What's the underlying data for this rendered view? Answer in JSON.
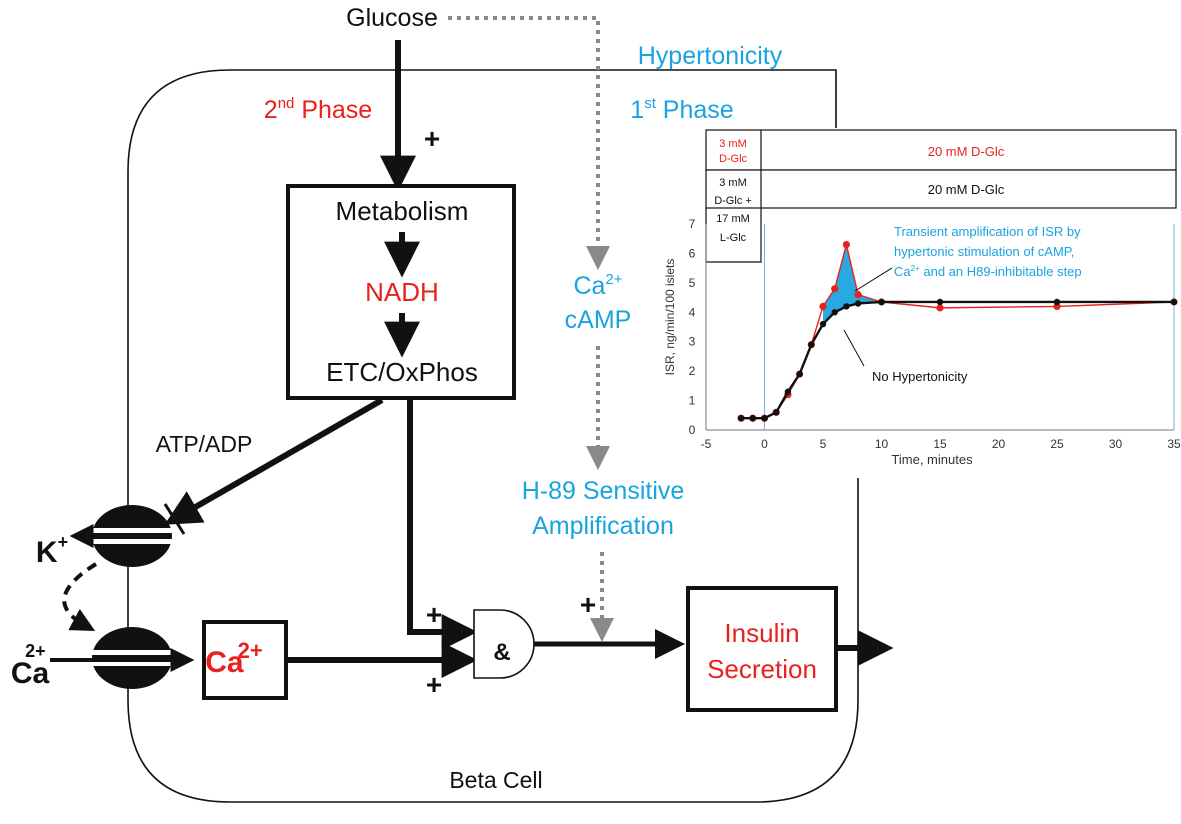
{
  "colors": {
    "red": "#e8211d",
    "blue": "#19a3e0",
    "black": "#111111",
    "gray": "#8a8a8a",
    "fill_blue": "#29a9e1"
  },
  "labels": {
    "glucose": "Glucose",
    "hypertonicity": "Hypertonicity",
    "second_phase": "2",
    "second_phase_sup": "nd",
    "second_phase_rest": " Phase",
    "first_phase": "1",
    "first_phase_sup": "st",
    "first_phase_rest": " Phase",
    "plus": "+",
    "metabolism": "Metabolism",
    "nadh": "NADH",
    "etc": "ETC/OxPhos",
    "atp_adp": "ATP/ADP",
    "k": "K",
    "k_sup": "+",
    "ca_out": "Ca",
    "ca_out_sup": "2+",
    "ca_in": "Ca",
    "ca_in_sup": "2+",
    "ca_camp_ca": "Ca",
    "ca_camp_sup": "2+",
    "camp": "cAMP",
    "h89_line1": "H-89 Sensitive",
    "h89_line2": "Amplification",
    "and_gate": "&",
    "insulin_line1": "Insulin",
    "insulin_line2": "Secretion",
    "beta_cell": "Beta Cell"
  },
  "inset": {
    "row1_left_line1": "3 mM",
    "row1_left_line2": "D-Glc",
    "row1_right": "20 mM D-Glc",
    "row2_left_line1": "3 mM",
    "row2_left_line2": "D-Glc +",
    "row2_left_line3": "17 mM",
    "row2_left_line4": "L-Glc",
    "row2_right": "20 mM D-Glc",
    "annotation_line1": "Transient amplification of ISR by",
    "annotation_line2": "hypertonic stimulation of cAMP,",
    "annotation_line3_a": "Ca",
    "annotation_line3_sup": "2+",
    "annotation_line3_b": " and an H89-inhibitable step",
    "no_hyper": "No Hypertonicity"
  },
  "chart_data": {
    "type": "line",
    "xlabel": "Time, minutes",
    "ylabel": "ISR, ng/min/100 islets",
    "xlim": [
      -5,
      35
    ],
    "ylim": [
      0,
      7
    ],
    "xticks": [
      -5,
      0,
      5,
      10,
      15,
      20,
      25,
      30,
      35
    ],
    "yticks": [
      0,
      1,
      2,
      3,
      4,
      5,
      6,
      7
    ],
    "grid": false,
    "series": [
      {
        "color": "#e8211d",
        "x": [
          -2,
          -1,
          0,
          1,
          2,
          3,
          4,
          5,
          6,
          7,
          8,
          10,
          15,
          25,
          35
        ],
        "y": [
          0.4,
          0.4,
          0.4,
          0.6,
          1.2,
          1.9,
          2.9,
          4.2,
          4.8,
          6.3,
          4.6,
          4.35,
          4.15,
          4.2,
          4.35
        ]
      },
      {
        "color": "#111111",
        "x": [
          -2,
          -1,
          0,
          1,
          2,
          3,
          4,
          5,
          6,
          7,
          8,
          10,
          15,
          25,
          35
        ],
        "y": [
          0.4,
          0.4,
          0.4,
          0.6,
          1.3,
          1.9,
          2.9,
          3.6,
          4.0,
          4.2,
          4.3,
          4.35,
          4.35,
          4.35,
          4.35
        ]
      }
    ]
  }
}
